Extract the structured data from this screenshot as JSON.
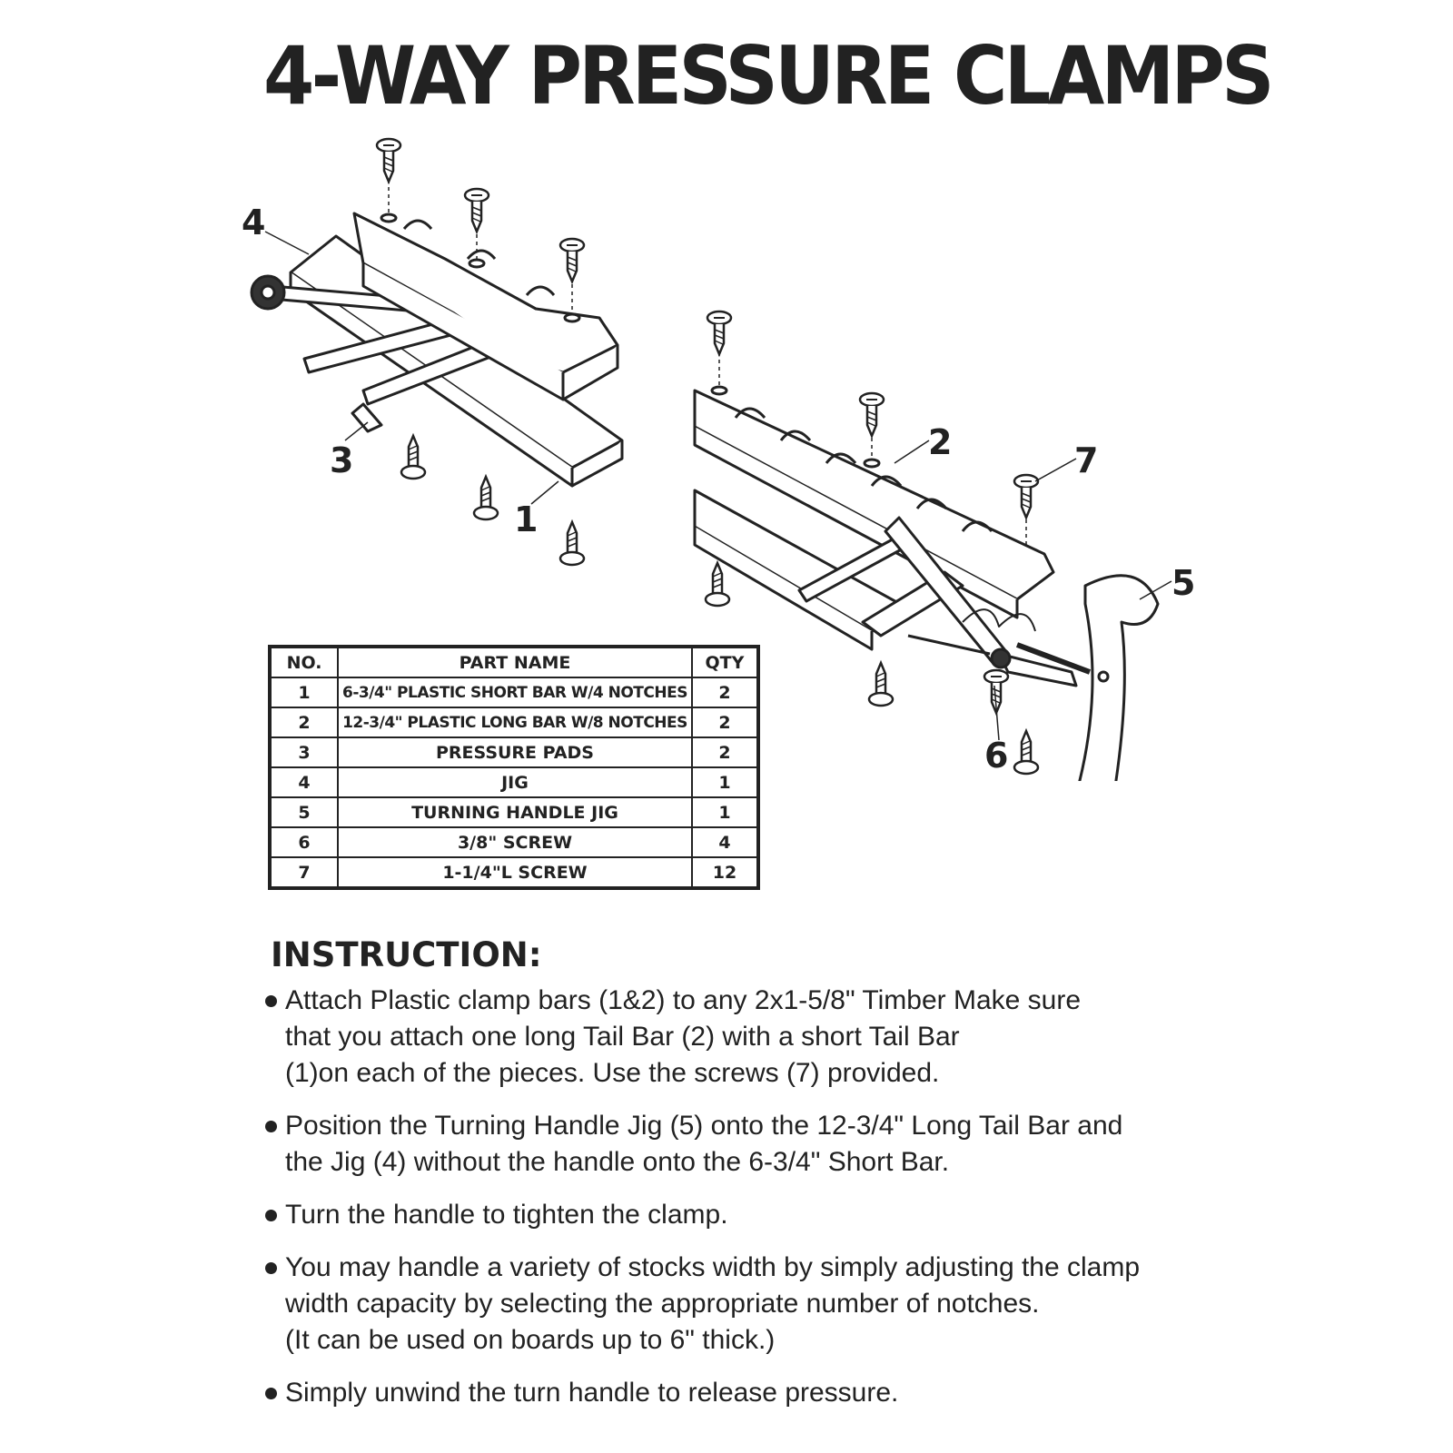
{
  "title": "4-WAY PRESSURE CLAMPS",
  "diagram_labels": [
    "1",
    "2",
    "3",
    "4",
    "5",
    "6",
    "7"
  ],
  "table": {
    "headers": {
      "no": "NO.",
      "name": "PART NAME",
      "qty": "QTY"
    },
    "rows": [
      {
        "no": "1",
        "name": "6-3/4\" PLASTIC SHORT BAR W/4 NOTCHES",
        "qty": "2"
      },
      {
        "no": "2",
        "name": "12-3/4\" PLASTIC LONG BAR W/8 NOTCHES",
        "qty": "2"
      },
      {
        "no": "3",
        "name": "PRESSURE PADS",
        "qty": "2"
      },
      {
        "no": "4",
        "name": "JIG",
        "qty": "1"
      },
      {
        "no": "5",
        "name": "TURNING HANDLE JIG",
        "qty": "1"
      },
      {
        "no": "6",
        "name": "3/8\" SCREW",
        "qty": "4"
      },
      {
        "no": "7",
        "name": "1-1/4\"L SCREW",
        "qty": "12"
      }
    ]
  },
  "instructions": {
    "heading": "INSTRUCTION:",
    "items": [
      {
        "lines": [
          "Attach Plastic clamp bars (1&2) to any 2x1-5/8\" Timber Make sure",
          "that you attach one long Tail Bar (2) with a short Tail Bar",
          "(1)on each of the pieces. Use the screws (7) provided."
        ]
      },
      {
        "lines": [
          "Position the Turning Handle Jig (5) onto the 12-3/4\" Long Tail Bar and",
          "the Jig (4) without the handle onto the 6-3/4\" Short Bar."
        ]
      },
      {
        "lines": [
          "Turn the handle to tighten the clamp."
        ]
      },
      {
        "lines": [
          "You may handle a variety of stocks width by simply adjusting the clamp",
          "width capacity by selecting the appropriate number of notches.",
          "(It can be used on boards up to 6\" thick.)"
        ]
      },
      {
        "lines": [
          "Simply unwind the turn handle to release pressure."
        ]
      }
    ]
  }
}
